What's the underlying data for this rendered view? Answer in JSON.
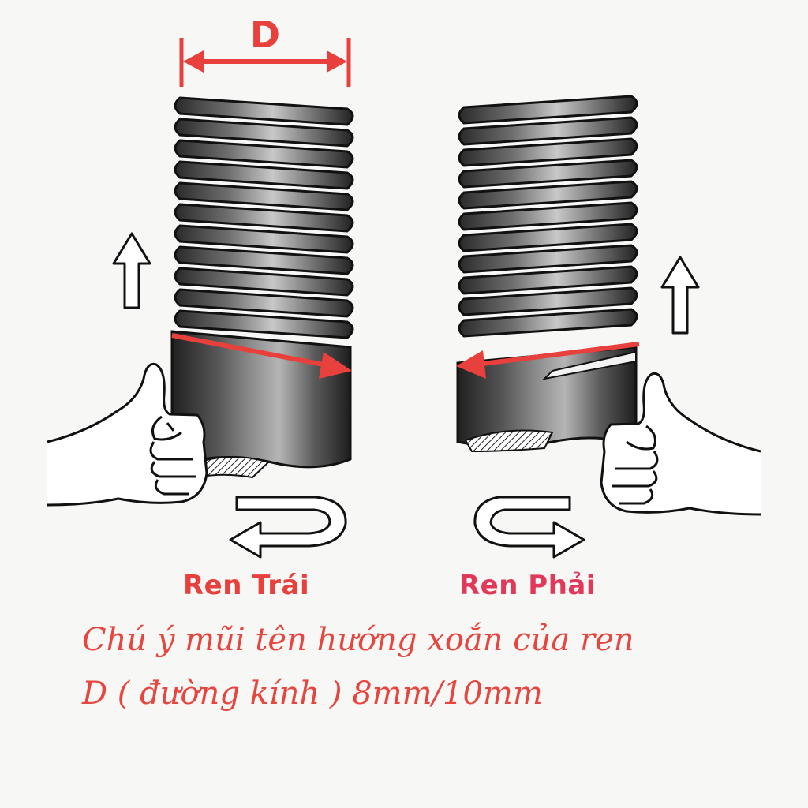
{
  "dimension": {
    "label": "D"
  },
  "labels": {
    "left": "Ren Trái",
    "right": "Ren Phải"
  },
  "notes": {
    "line1": "Chú ý mũi tên hướng xoắn của ren",
    "line2": "D ( đường kính ) 8mm/10mm"
  },
  "colors": {
    "accent_red": "#e8403c",
    "right_label": "#e2395a",
    "note_text": "#e8453f",
    "ink": "#1c1c1c",
    "thread_light": "#9a9a9a",
    "paper": "#f7f7f5"
  },
  "icons": [
    "thumb-up-hand-icon",
    "rotation-arrow-icon",
    "up-arrow-icon"
  ]
}
